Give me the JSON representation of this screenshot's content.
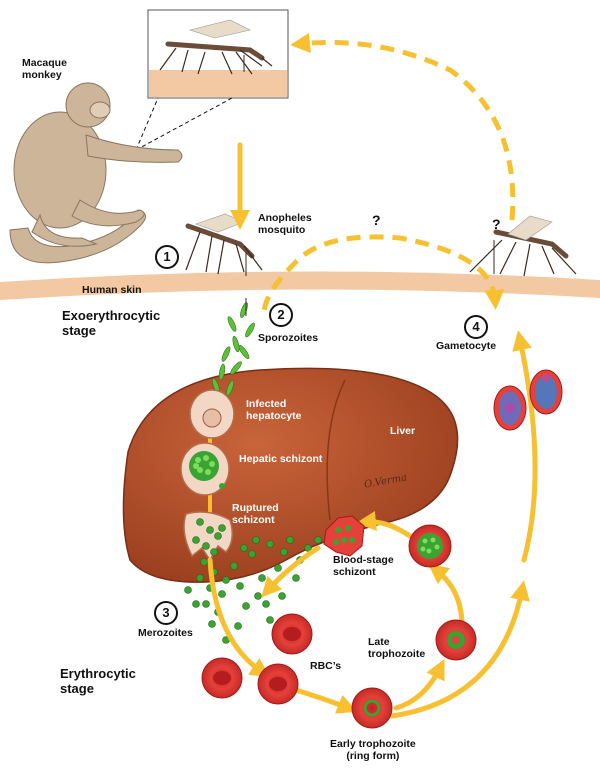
{
  "labels": {
    "macaque": "Macaque\nmonkey",
    "anopheles": "Anopheles\nmosquito",
    "human_skin": "Human skin",
    "exo_stage": "Exoerythrocytic\nstage",
    "sporozoites": "Sporozoites",
    "infected_hepatocyte": "Infected\nhepatocyte",
    "liver": "Liver",
    "hepatic_schizont": "Hepatic schizont",
    "ruptured_schizont": "Ruptured\nschizont",
    "blood_stage_schizont": "Blood-stage\nschizont",
    "merozoites": "Merozoites",
    "late_trophozoite": "Late\ntrophozoite",
    "rbcs": "RBC’s",
    "erythrocytic_stage": "Erythrocytic\nstage",
    "early_trophozoite": "Early trophozoite\n(ring form)",
    "gametocyte": "Gametocyte",
    "question_left": "?",
    "question_right": "?"
  },
  "steps": [
    "1",
    "2",
    "3",
    "4"
  ],
  "signature": "O.Verma",
  "colors": {
    "arrow": "#f7c030",
    "liver": "#b4502a",
    "rbc": "#e0302c",
    "parasite": "#3aa332",
    "skin": "#f2c9a2",
    "monkey": "#cdb59a"
  }
}
